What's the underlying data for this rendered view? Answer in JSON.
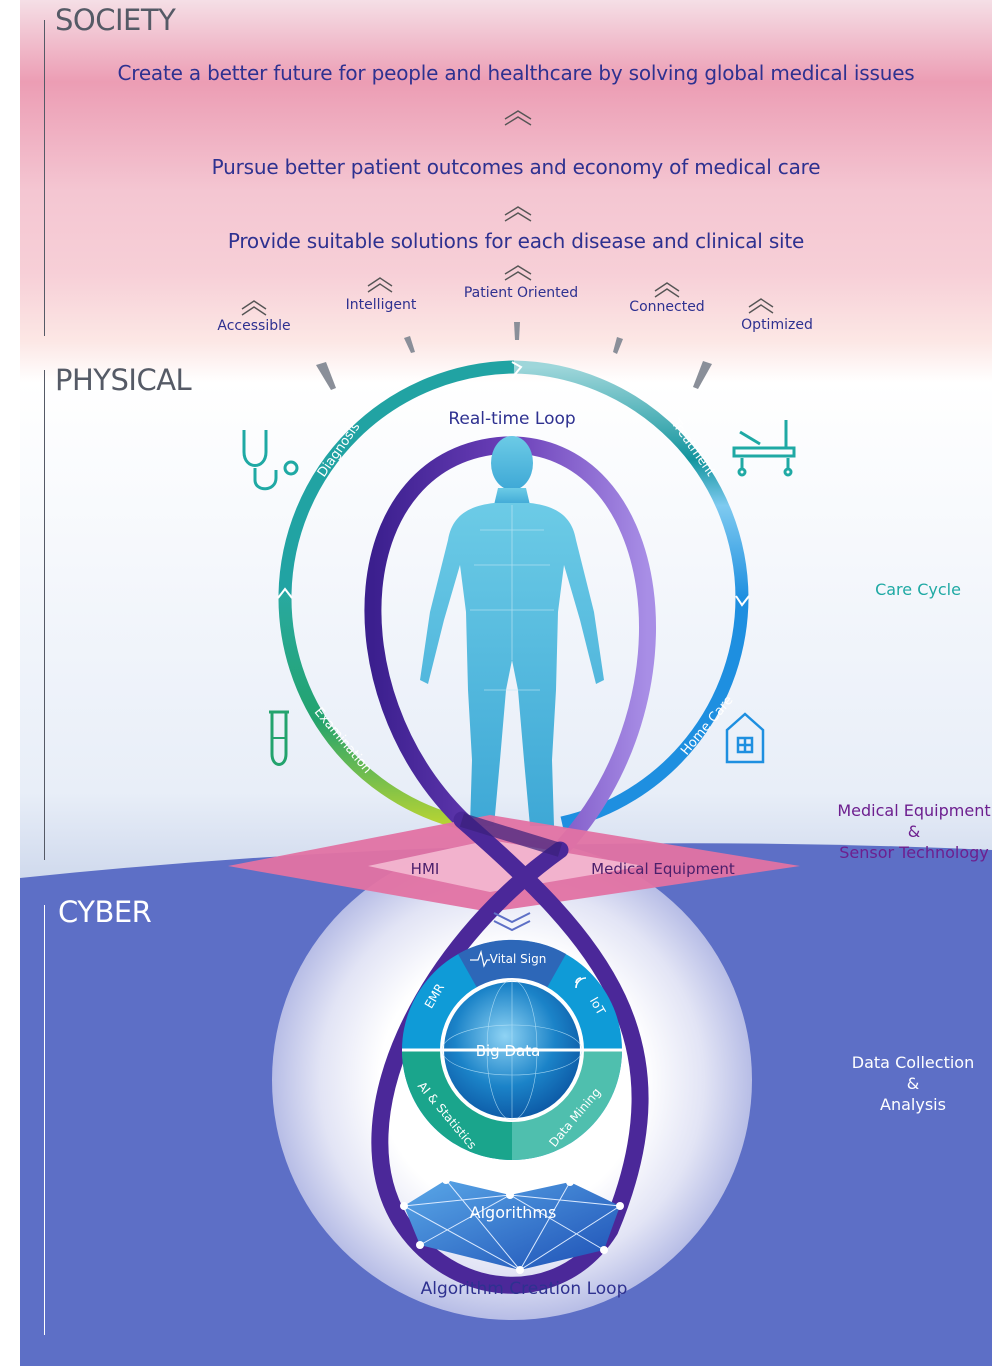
{
  "layers": {
    "society": "SOCIETY",
    "physical": "PHYSICAL",
    "cyber": "CYBER"
  },
  "society": {
    "goal_1": "Create a better future for people and healthcare by solving global medical issues",
    "goal_2": "Pursue better patient outcomes and economy of medical care",
    "goal_3": "Provide suitable solutions for each disease and clinical site",
    "values": [
      "Accessible",
      "Intelligent",
      "Patient Oriented",
      "Connected",
      "Optimized"
    ]
  },
  "care_cycle": {
    "title": "Real-time Loop",
    "stages": {
      "diagnosis": "Diagnosis",
      "treatment": "Treatment",
      "home_care": "Home Care",
      "examination": "Examination"
    },
    "icons": [
      "stethoscope-icon",
      "hospital-bed-icon",
      "home-icon",
      "test-tube-icon"
    ]
  },
  "interface": {
    "hmi": "HMI",
    "medical_equipment": "Medical Equipment"
  },
  "data_wheel": {
    "vital_sign": "Vital Sign",
    "emr": "EMR",
    "iot": "IoT",
    "big_data": "Big Data",
    "ai_statistics": "AI & Statistics",
    "data_mining": "Data Mining",
    "algorithms": "Algorithms",
    "algorithm_loop": "Algorithm Creation Loop"
  },
  "side_labels": {
    "care_cycle": "Care Cycle",
    "equipment_line1": "Medical Equipment",
    "equipment_line2": "&",
    "equipment_line3": "Sensor Technology",
    "data_line1": "Data Collection",
    "data_line2": "&",
    "data_line3": "Analysis"
  },
  "colors": {
    "society_pink": "#ee9fb6",
    "cyber_blue": "#5d6fc6",
    "text_navy": "#2e3190",
    "teal": "#1fa9a4",
    "purple": "#7a3fa0",
    "magenta": "#d4417e"
  }
}
